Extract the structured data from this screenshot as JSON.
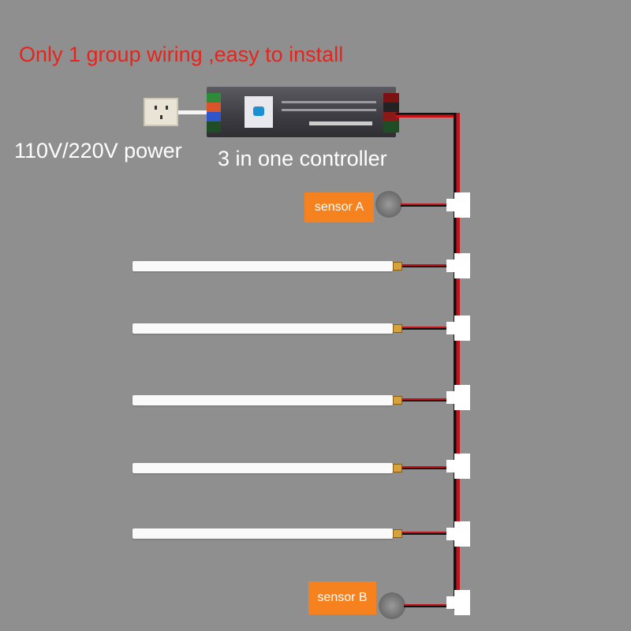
{
  "title": "Only 1 group wiring ,easy to install",
  "power_label": "110V/220V power",
  "controller_label": "3 in one controller",
  "sensors": [
    {
      "label": "sensor A"
    },
    {
      "label": "sensor B"
    }
  ],
  "strip_count": 5,
  "colors": {
    "title": "#e8231b",
    "sensor_label_bg": "#f5821f",
    "background": "#8f8f8f",
    "wire_red": "#c8121a"
  }
}
